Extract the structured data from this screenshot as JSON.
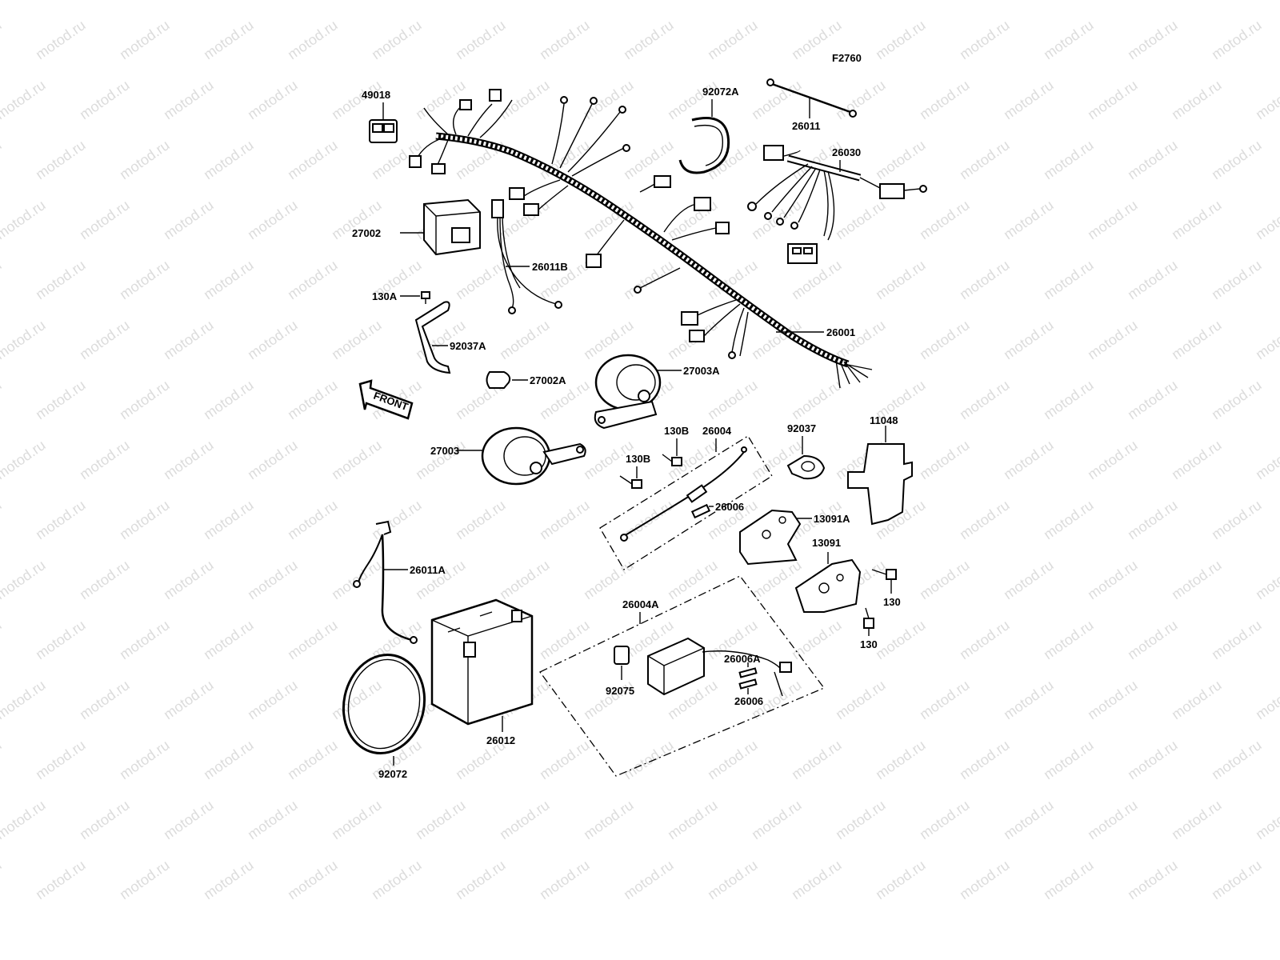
{
  "watermark": {
    "text": "motod.ru"
  },
  "figure_code": "F2760",
  "front_label": "FRONT",
  "labels": {
    "p49018": "49018",
    "p92072A": "92072A",
    "p26011": "26011",
    "p26030": "26030",
    "p27002": "27002",
    "p26011B": "26011B",
    "p130A": "130A",
    "p92037A": "92037A",
    "p26001": "26001",
    "p27002A": "27002A",
    "p27003A": "27003A",
    "p26004": "26004",
    "p130B_1": "130B",
    "p130B_2": "130B",
    "p27003": "27003",
    "p92037": "92037",
    "p11048": "11048",
    "p26006_1": "26006",
    "p13091A": "13091A",
    "p13091": "13091",
    "p130_1": "130",
    "p130_2": "130",
    "p26011A": "26011A",
    "p26004A": "26004A",
    "p26006A": "26006A",
    "p26006_2": "26006",
    "p92075": "92075",
    "p26012": "26012",
    "p92072": "92072"
  },
  "colors": {
    "ink": "#000000",
    "watermark": "#dcdcdc",
    "background": "#ffffff"
  }
}
